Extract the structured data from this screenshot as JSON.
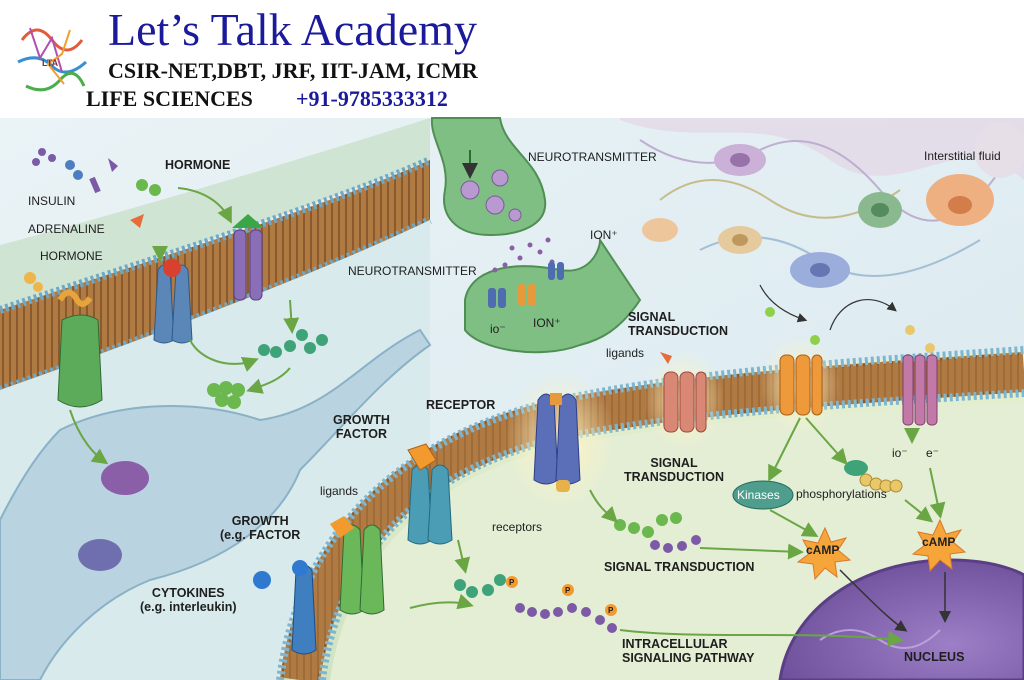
{
  "header": {
    "title": "Let’s Talk Academy",
    "exams": "CSIR-NET,DBT, JRF, IIT-JAM, ICMR",
    "subject": "LIFE SCIENCES",
    "phone": "+91-9785333312",
    "logo_text": "LTA"
  },
  "labels": {
    "hormone_top": "HORMONE",
    "insulin": "INSULIN",
    "adrenaline": "ADRENALINE",
    "hormone_left": "HORMONE",
    "neurotransmitter_top": "NEUROTRANSMITTER",
    "neurotransmitter_mid": "NEUROTRANSMITTER",
    "ion_plus_top": "ION⁺",
    "ion_plus_low": "ION⁺",
    "io_minus_left": "io⁻",
    "interstitial": "Interstitial fluid",
    "signal_transduction_top_1": "SIGNAL",
    "signal_transduction_top_2": "TRANSDUCTION",
    "ligands_right": "ligands",
    "receptor": "RECEPTOR",
    "growth_factor_1": "GROWTH",
    "growth_factor_2": "FACTOR",
    "ligands_mid": "ligands",
    "receptors": "receptors",
    "growth_eg_1": "GROWTH",
    "growth_eg_2": "(e.g. FACTOR",
    "cytokines_1": "CYTOKINES",
    "cytokines_2": "(e.g. interleukin)",
    "signal_transduction_mid_1": "SIGNAL",
    "signal_transduction_mid_2": "TRANSDUCTION",
    "signal_transduction_low": "SIGNAL TRANSDUCTION",
    "kinases": "Kinases",
    "phosphorylations": "phosphorylations",
    "io_minus_right": "io⁻",
    "e_minus": "e⁻",
    "camp_left": "cAMP",
    "camp_right": "cAMP",
    "intracellular_1": "INTRACELLULAR",
    "intracellular_2": "SIGNALING PATHWAY",
    "nucleus": "NUCLEUS",
    "phosphate": "P"
  },
  "colors": {
    "header_blue": "#1a1a9a",
    "membrane_head": "#7fb6cf",
    "membrane_core": "#a8763f",
    "cell_green": "#d4e6b8",
    "nucleus_purple": "#7a5aa6",
    "receptor_green": "#5cab5a",
    "receptor_blue": "#5a86b8",
    "receptor_purple": "#7c64ad",
    "camp_star": "#f29a2e"
  }
}
